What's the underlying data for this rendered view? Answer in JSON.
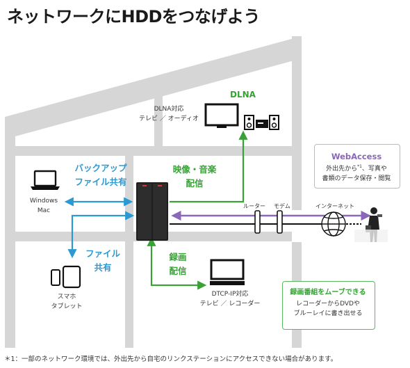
{
  "title": "ネットワークにHDDをつなげよう",
  "colors": {
    "blue": "#2b9ad3",
    "green": "#39a137",
    "purple": "#8a67b8",
    "house": "#d6d6d6"
  },
  "dlna": {
    "heading": "DLNA",
    "device_line1": "DLNA対応",
    "device_line2": "テレビ ／ オーディオ"
  },
  "pc": {
    "line1": "Windows",
    "line2": "Mac"
  },
  "mobile": {
    "line1": "スマホ",
    "line2": "タブレット"
  },
  "backup": {
    "line1": "バックアップ",
    "line2": "ファイル共有"
  },
  "fileshare": {
    "line1": "ファイル",
    "line2": "共有"
  },
  "video": {
    "line1": "映像・音楽",
    "line2": "配信"
  },
  "record": {
    "line1": "録画",
    "line2": "配信"
  },
  "dtcp": {
    "line1": "DTCP-IP対応",
    "line2": "テレビ ／ レコーダー"
  },
  "network": {
    "router": "ルーター",
    "modem": "モデム",
    "internet": "インターネット"
  },
  "webaccess": {
    "heading": "WebAccess",
    "line1": "外出先から",
    "sup": "*1",
    "line1_end": "、写真や",
    "line2": "書類のデータ保存・閲覧"
  },
  "move": {
    "heading": "録画番組をムーブできる",
    "line1": "レコーダーからDVDや",
    "line2": "ブルーレイに書き出せる"
  },
  "footnote": "＊1：一部のネットワーク環境では、外出先から自宅のリンクステーションにアクセスできない場合があります。"
}
